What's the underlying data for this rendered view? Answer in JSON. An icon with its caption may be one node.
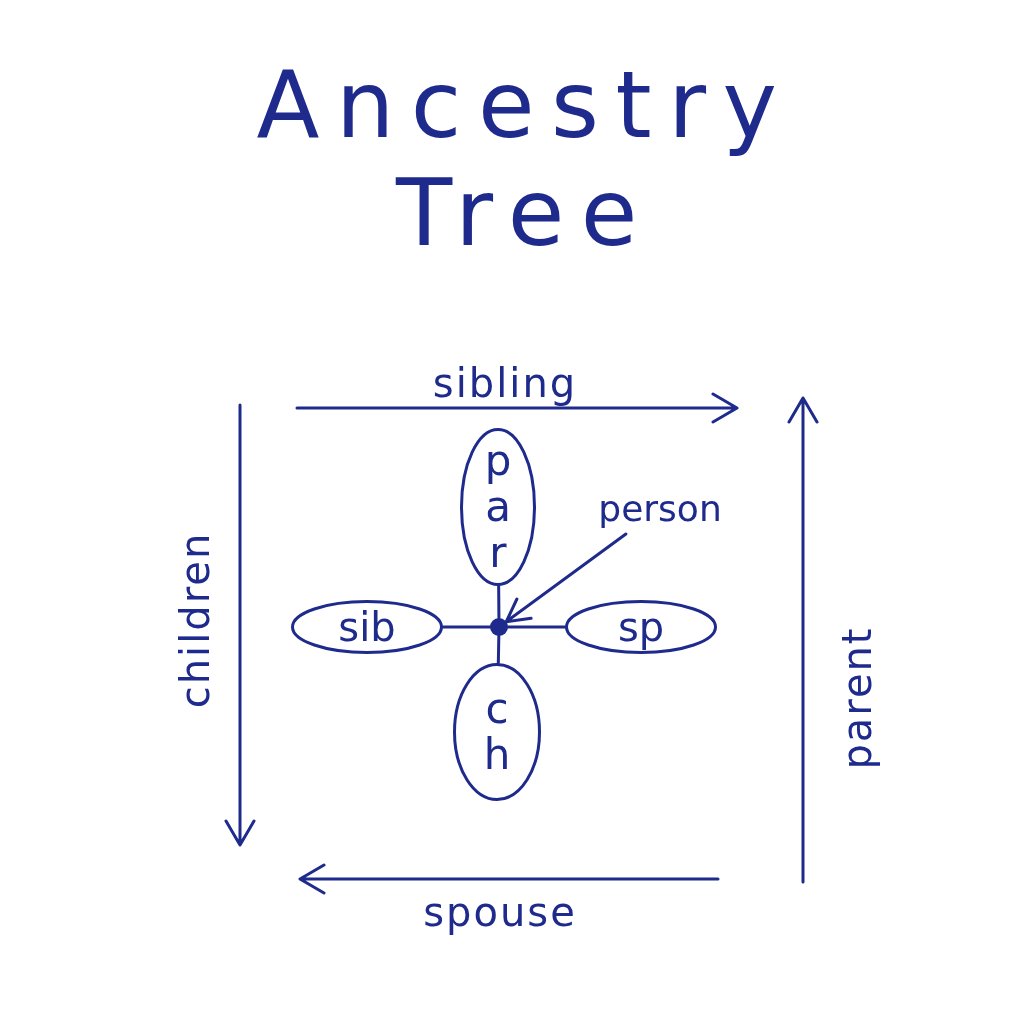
{
  "diagram": {
    "title": "Ancestry Tree",
    "nodes": [
      {
        "text": [
          "par"
        ]
      },
      {
        "text": [
          "sib"
        ]
      },
      {
        "text": [],
        "shape": "circle"
      },
      {
        "text": [
          "sp"
        ]
      },
      {
        "text": [
          "ch"
        ]
      },
      {
        "text": [
          "person"
        ]
      }
    ],
    "edges": [
      {
        "from": 0,
        "to": 2,
        "arrow": "none"
      },
      {
        "from": 1,
        "to": 2,
        "arrow": "none"
      },
      {
        "from": 2,
        "to": 3,
        "arrow": "none"
      },
      {
        "from": 2,
        "to": 4,
        "arrow": "none"
      },
      {
        "from": 5,
        "to": 2,
        "arrow": "to"
      }
    ],
    "labels": [
      "sibling",
      "children",
      "parent",
      "spouse"
    ]
  }
}
